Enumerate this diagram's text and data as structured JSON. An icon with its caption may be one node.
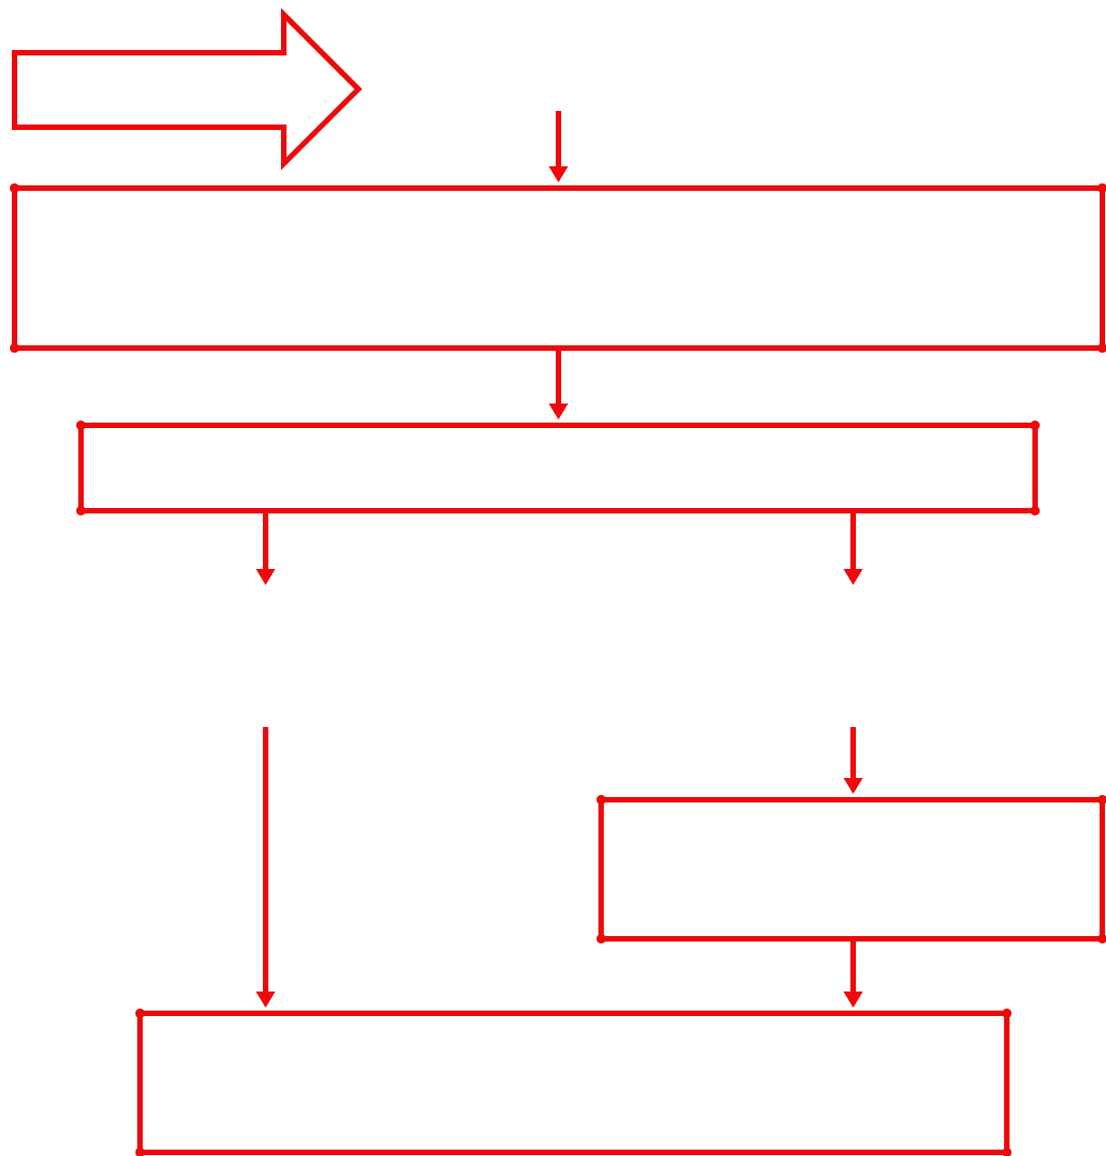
{
  "diagram": {
    "nodes": [
      {
        "text": [],
        "shape": "box"
      },
      {
        "text": [],
        "shape": "box"
      },
      {
        "text": [],
        "shape": "box"
      },
      {
        "text": [],
        "shape": "box"
      }
    ],
    "edges": [
      {
        "from": null,
        "to": 0,
        "arrow": "to"
      },
      {
        "from": 0,
        "to": 1,
        "arrow": "to"
      },
      {
        "from": 1,
        "to": null,
        "arrow": "to"
      },
      {
        "from": 1,
        "to": null,
        "arrow": "to"
      },
      {
        "from": null,
        "to": 3,
        "arrow": "to"
      },
      {
        "from": null,
        "to": 2,
        "arrow": "to"
      },
      {
        "from": 2,
        "to": 3,
        "arrow": "to"
      }
    ]
  }
}
